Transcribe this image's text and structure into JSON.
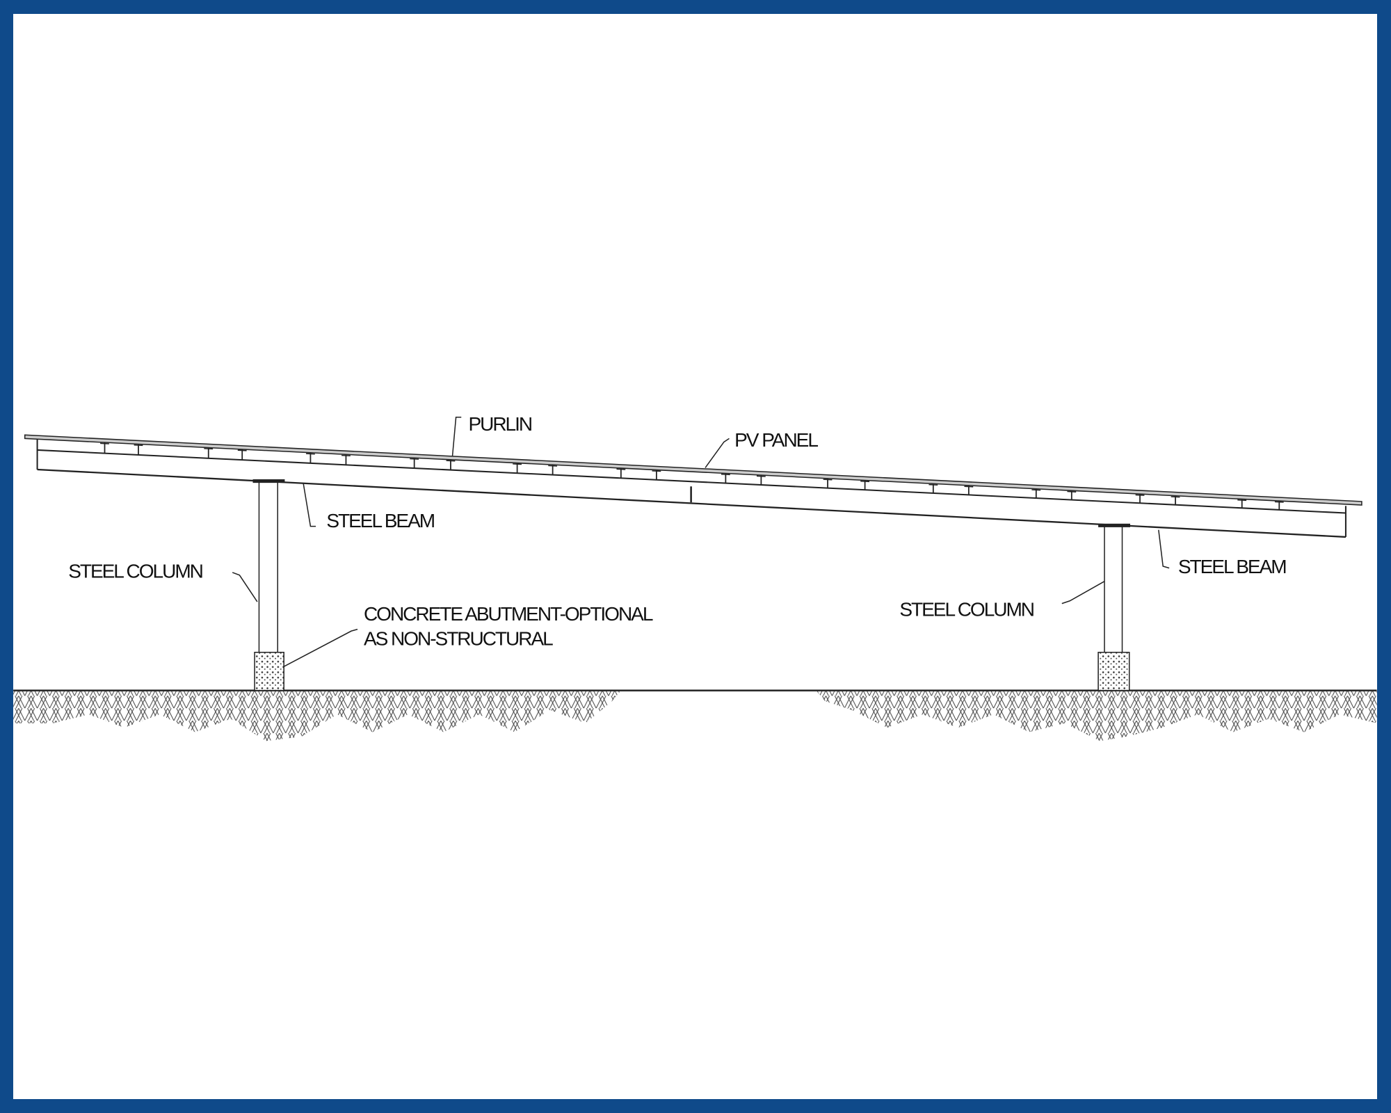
{
  "diagram": {
    "labels": {
      "purlin": "PURLIN",
      "pv_panel": "PV PANEL",
      "steel_beam_left": "STEEL BEAM",
      "steel_beam_right": "STEEL BEAM",
      "steel_column_left": "STEEL COLUMN",
      "steel_column_right": "STEEL COLUMN",
      "abutment_line1": "CONCRETE ABUTMENT-OPTIONAL",
      "abutment_line2": "AS NON-STRUCTURAL"
    },
    "colors": {
      "border": "#0f4a8a",
      "line": "#222222"
    }
  }
}
